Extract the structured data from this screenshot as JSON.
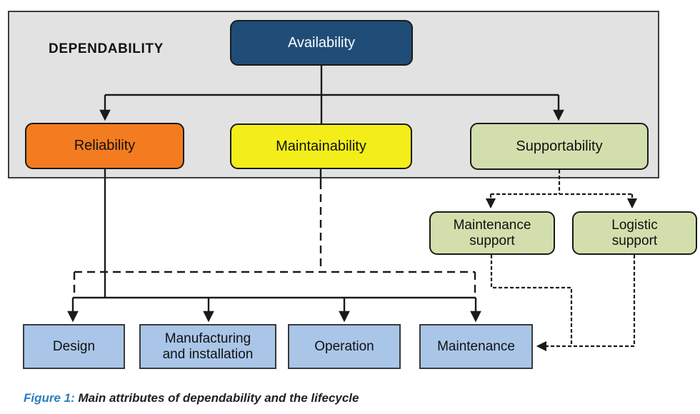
{
  "panel": {
    "title": "DEPENDABILITY",
    "background": "#e2e2e2",
    "border_color": "#3d3d3d"
  },
  "nodes": {
    "availability": {
      "label": "Availability",
      "fill": "#1f4d78",
      "text_color": "#ffffff"
    },
    "reliability": {
      "label": "Reliability",
      "fill": "#f47c20",
      "text_color": "#111111"
    },
    "maintainability": {
      "label": "Maintainability",
      "fill": "#f3ee19",
      "text_color": "#111111"
    },
    "supportability": {
      "label": "Supportability",
      "fill": "#d2dfad",
      "text_color": "#111111"
    },
    "maintenance_support": {
      "lines": [
        "Maintenance",
        "support"
      ],
      "fill": "#d2dfad",
      "text_color": "#111111"
    },
    "logistic_support": {
      "lines": [
        "Logistic",
        "support"
      ],
      "fill": "#d2dfad",
      "text_color": "#111111"
    },
    "design": {
      "label": "Design",
      "fill": "#a9c6e8",
      "text_color": "#111111"
    },
    "manufacturing": {
      "lines": [
        "Manufacturing",
        "and installation"
      ],
      "fill": "#a9c6e8",
      "text_color": "#111111"
    },
    "operation": {
      "label": "Operation",
      "fill": "#a9c6e8",
      "text_color": "#111111"
    },
    "maintenance": {
      "label": "Maintenance",
      "fill": "#a9c6e8",
      "text_color": "#111111"
    }
  },
  "connectors": {
    "line_color": "#1a1a1a",
    "solid_style": "solid",
    "dashed_styles": [
      "long-dash",
      "fine-dash"
    ]
  },
  "caption": {
    "prefix": "Figure 1:",
    "prefix_color": "#2d7cbf",
    "text": " Main attributes of dependability and the lifecycle",
    "text_color": "#232020"
  }
}
